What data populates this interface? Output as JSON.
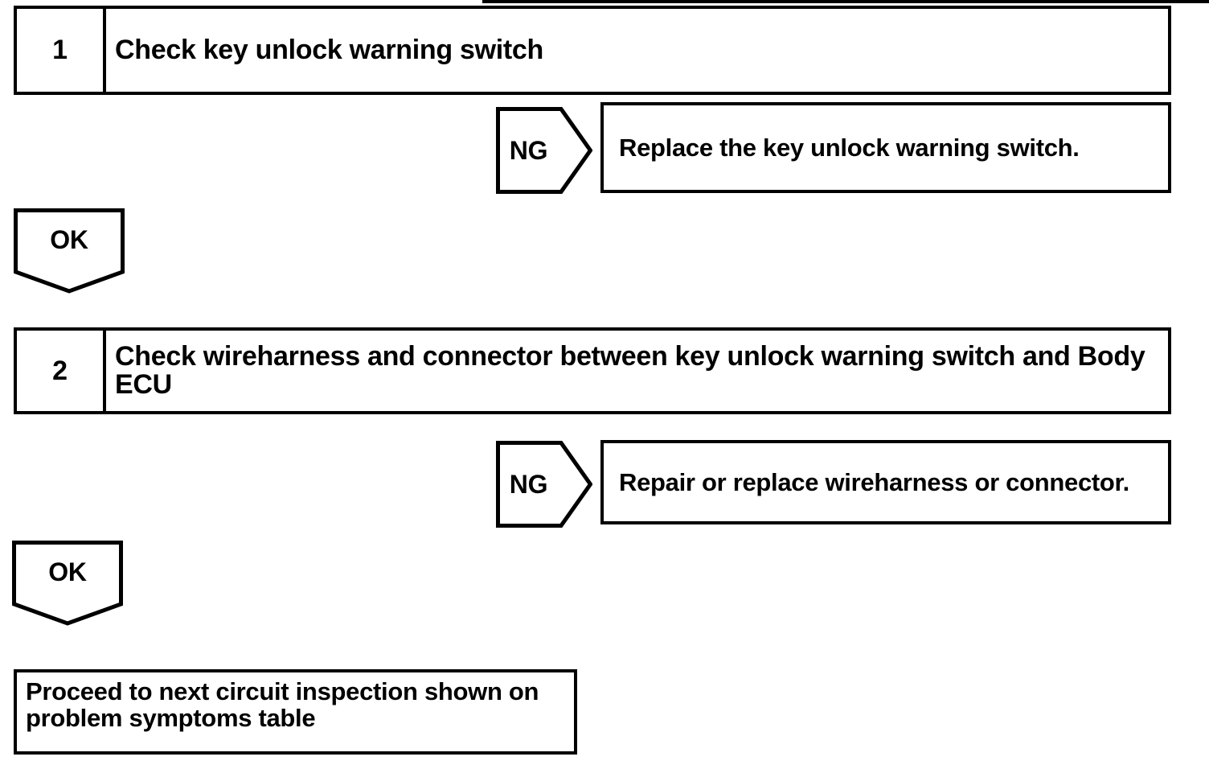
{
  "flowchart": {
    "steps": [
      {
        "number": "1",
        "title": "Check key unlock warning switch",
        "ng_label": "NG",
        "ng_action": "Replace the key unlock warning switch.",
        "ok_label": "OK"
      },
      {
        "number": "2",
        "title": "Check wireharness and connector between key unlock warning switch and Body ECU",
        "ng_label": "NG",
        "ng_action": "Repair or replace wireharness or connector.",
        "ok_label": "OK"
      }
    ],
    "final": {
      "text": "Proceed to next circuit inspection shown on problem symptoms table"
    }
  },
  "colors": {
    "line": "#000000",
    "background": "#ffffff"
  }
}
